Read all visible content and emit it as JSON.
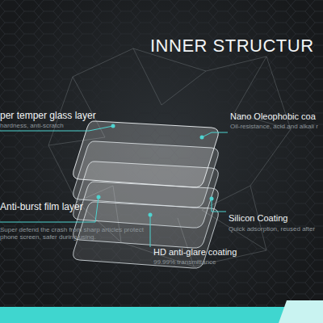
{
  "diagram": {
    "title": "INNER STRUCTUR",
    "labels": [
      "per temper glass layer",
      "hardness, anti-scratch",
      "Nano Oleophobic coa",
      "Oil-resistance, acid and alkali r",
      "Silicon Coating",
      "Quick adsorption, reused after",
      "Anti-burst film layer",
      "Super defend the crash from sharp articles protect phone screen, safer during using.",
      "HD anti-glare coating",
      "99.99% transmittance"
    ]
  }
}
